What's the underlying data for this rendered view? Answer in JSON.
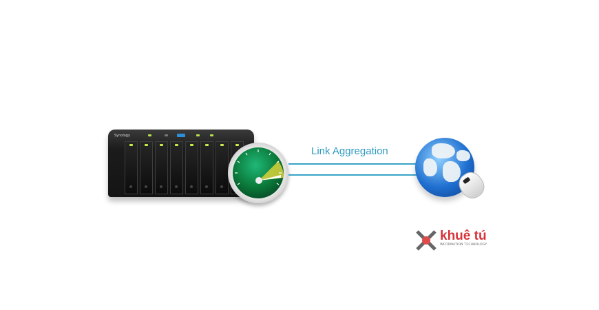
{
  "diagram": {
    "label": "Link Aggregation",
    "nodes": [
      {
        "id": "nas",
        "type": "storage-server",
        "brand": "Synology",
        "bays": 8
      },
      {
        "id": "speed-gauge",
        "type": "speedometer"
      },
      {
        "id": "internet",
        "type": "globe-with-mouse"
      }
    ],
    "links": [
      {
        "from": "speed-gauge",
        "to": "internet",
        "count": 2
      }
    ]
  },
  "colors": {
    "link": "#36a3c6",
    "label": "#2f9ac2",
    "logo": "#d8323a"
  },
  "watermark": {
    "name": "khuê tú",
    "subtitle": "INFORMATION TECHNOLOGY"
  }
}
